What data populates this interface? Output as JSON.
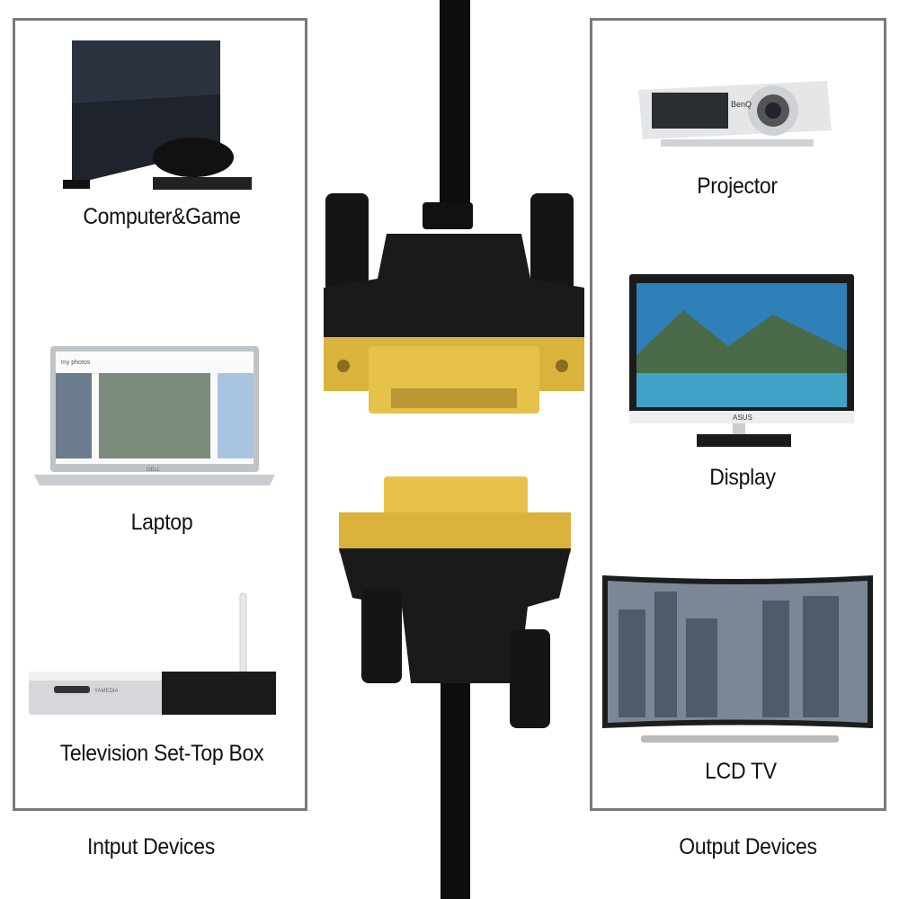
{
  "input_panel": {
    "devices": [
      {
        "label": "Computer&Game",
        "icon": "game-console-icon"
      },
      {
        "label": "Laptop",
        "icon": "laptop-icon",
        "screen_text": "my photos",
        "brand": "DELL"
      },
      {
        "label": "Television Set-Top Box",
        "icon": "set-top-box-icon",
        "brand": "YAMEDIA"
      }
    ],
    "caption": "Intput Devices"
  },
  "output_panel": {
    "devices": [
      {
        "label": "Projector",
        "icon": "projector-icon",
        "brand": "BenQ"
      },
      {
        "label": "Display",
        "icon": "monitor-icon",
        "brand": "ASUS"
      },
      {
        "label": "LCD TV",
        "icon": "curved-tv-icon"
      }
    ],
    "caption": "Output Devices"
  },
  "cable": {
    "type": "DVI",
    "icon": "dvi-connector-icon"
  },
  "colors": {
    "border": "#7a7a7a",
    "connector_gold": "#d9b33c",
    "cable": "#111111"
  }
}
